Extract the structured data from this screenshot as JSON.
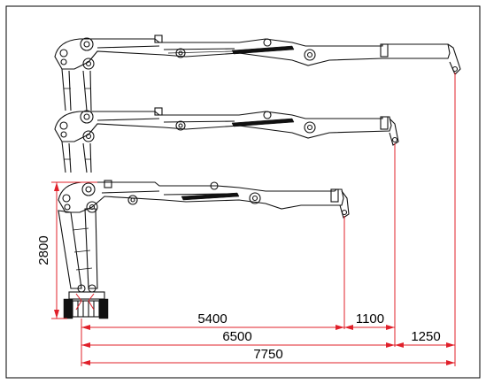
{
  "dimensions": {
    "height": "2800",
    "reach_1": "5400",
    "ext_1": "1100",
    "reach_2": "6500",
    "ext_2": "1250",
    "reach_3": "7750"
  },
  "colors": {
    "line_art": "#111111",
    "dimension": "#e0202a",
    "frame": "#000000",
    "background": "#ffffff"
  }
}
